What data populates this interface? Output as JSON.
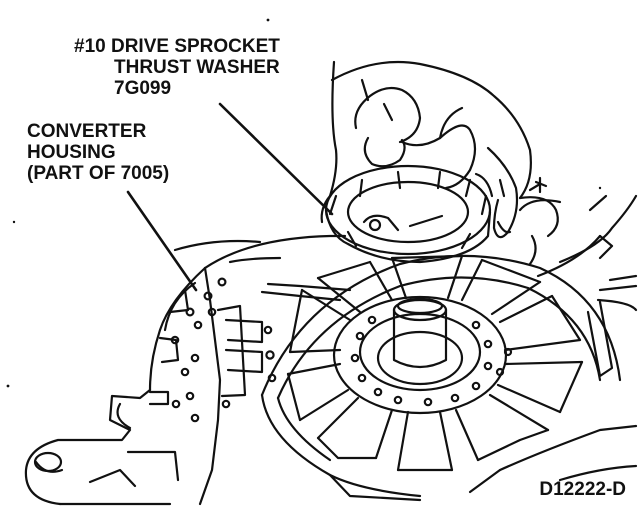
{
  "labels": {
    "washer": {
      "line1": "#10 DRIVE SPROCKET",
      "line2": "THRUST WASHER",
      "line3": "7G099"
    },
    "housing": {
      "line1": "CONVERTER",
      "line2": "HOUSING",
      "line3": "(PART OF 7005)"
    }
  },
  "figure_id": "D12222-D",
  "colors": {
    "ink": "#111111",
    "paper": "#ffffff"
  }
}
